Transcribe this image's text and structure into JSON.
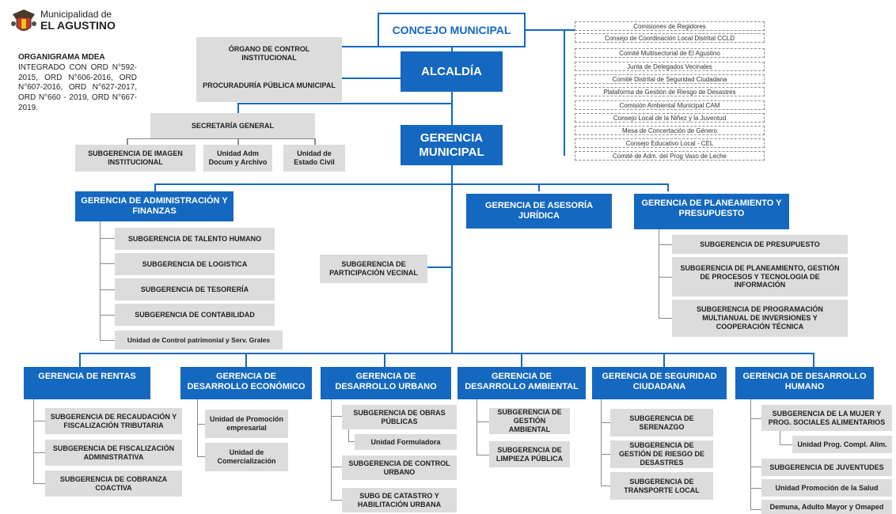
{
  "header": {
    "logo_line1": "Municipalidad de",
    "logo_line2": "EL AGUSTINO",
    "title": "ORGANIGRAMA MDEA",
    "description": "INTEGRADO CON ORD N°592-2015, ORD N°606-2016, ORD N°607-2016, ORD N°627-2017, ORD N°660 - 2019, ORD N°667-2019."
  },
  "colors": {
    "primary": "#1468bf",
    "gray_box": "#dcdcdc",
    "connector_gray": "#8a8a8a"
  },
  "top": {
    "concejo": "CONCEJO MUNICIPAL",
    "alcaldia": "ALCALDÍA",
    "gerencia_municipal": "GERENCIA MUNICIPAL",
    "organo_control": "ÓRGANO DE CONTROL INSTITUCIONAL",
    "procuraduria": "PROCURADURÍA PÚBLICA MUNICIPAL",
    "secretaria": "SECRETARÍA GENERAL",
    "imagen": "SUBGERENCIA DE IMAGEN INSTITUCIONAL",
    "archivo": "Unidad Adm Docum y Archivo",
    "estado_civil": "Unidad de Estado Civil"
  },
  "commissions": [
    "Comisiones de Regidores",
    "Consejo de Coordinación Local Distrital CCLD",
    "Comité Multisectorial de El Agustino",
    "Junta de Delegados Vecinales",
    "Comité Distrital de Seguridad Ciudadana",
    "Plataforma de Gestión de Riesgo de Desastres",
    "Comisión Ambiental Municipal CAM",
    "Consejo Local de la Niñez y la Juventud",
    "Mesa de Concertación de Género",
    "Consejo Educativo Local - CEL",
    "Comité de Adm. del Prog Vaso de Leche"
  ],
  "middle": {
    "admin": {
      "title": "GERENCIA DE ADMINISTRACIÓN Y FINANZAS",
      "subs": [
        "SUBGERENCIA DE TALENTO HUMANO",
        "SUBGERENCIA DE LOGISTICA",
        "SUBGERENCIA DE TESORERÍA",
        "SUBGERENCIA DE CONTABILIDAD",
        "Unidad de Control patrimonial y Serv. Grales"
      ]
    },
    "asesoria": {
      "title": "GERENCIA DE ASESORÍA JURÍDICA"
    },
    "participacion": "SUBGERENCIA DE PARTICIPACIÓN VECINAL",
    "planeamiento": {
      "title": "GERENCIA DE PLANEAMIENTO Y PRESUPUESTO",
      "subs": [
        "SUBGERENCIA DE PRESUPUESTO",
        "SUBGERENCIA DE PLANEAMIENTO, GESTIÓN DE PROCESOS Y TECNOLOGIA DE INFORMACIÓN",
        "SUBGERENCIA DE PROGRAMACIÓN MULTIANUAL DE INVERSIONES Y COOPERACIÓN TÉCNICA"
      ]
    }
  },
  "bottom": {
    "rentas": {
      "title": "GERENCIA DE RENTAS",
      "subs": [
        "SUBGERENCIA DE RECAUDACIÓN Y FISCALIZACIÓN TRIBUTARIA",
        "SUBGERENCIA DE FISCALIZACIÓN ADMINISTRATIVA",
        "SUBGERENCIA DE COBRANZA COACTIVA"
      ]
    },
    "economico": {
      "title": "GERENCIA DE DESARROLLO ECONÓMICO",
      "subs": [
        "Unidad de Promoción empresarial",
        "Unidad de Comercialización"
      ]
    },
    "urbano": {
      "title": "GERENCIA DE DESARROLLO URBANO",
      "subs": [
        "SUBGERENCIA DE OBRAS PÚBLICAS",
        "Unidad Formuladora",
        "SUBGERENCIA DE CONTROL URBANO",
        "SUBG DE CATASTRO Y HABILITACIÓN URBANA"
      ]
    },
    "ambiental": {
      "title": "GERENCIA DE DESARROLLO AMBIENTAL",
      "subs": [
        "SUBGERENCIA DE GESTIÓN AMBIENTAL",
        "SUBGERENCIA DE LIMPIEZA PÚBLICA"
      ]
    },
    "seguridad": {
      "title": "GERENCIA DE SEGURIDAD CIUDADANA",
      "subs": [
        "SUBGERENCIA DE SERENAZGO",
        "SUBGERENCIA DE GESTIÓN DE RIESGO DE DESASTRES",
        "SUBGERENCIA DE TRANSPORTE LOCAL"
      ]
    },
    "humano": {
      "title": "GERENCIA DE DESARROLLO HUMANO",
      "subs": [
        "SUBGERENCIA DE LA MUJER Y PROG. SOCIALES ALIMENTARIOS",
        "Unidad Prog. Compl. Alim.",
        "SUBGERENCIA DE JUVENTUDES",
        "Unidad Promoción de la Salud",
        "Demuna, Adulto Mayor y Omaped"
      ]
    }
  }
}
